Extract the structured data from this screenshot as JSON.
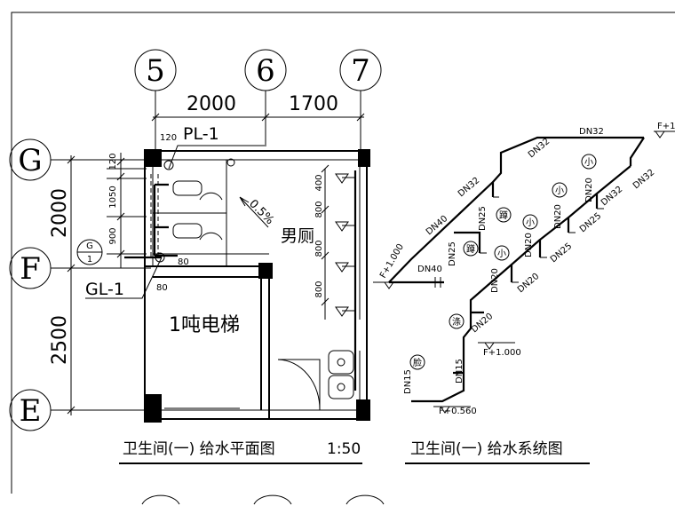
{
  "grid_axes": {
    "col_5": "5",
    "col_6": "6",
    "col_7": "7",
    "row_G": "G",
    "row_F": "F",
    "row_E": "E"
  },
  "dimensions": {
    "span_5_6": "2000",
    "span_6_7": "1700",
    "span_G_F": "2000",
    "span_F_E": "2500",
    "d120_top": "120",
    "d120_side": "120",
    "d1050": "1050",
    "d900": "900",
    "d400": "400",
    "d800_a": "800",
    "d800_b": "800",
    "d800_c": "800",
    "d80_a": "80",
    "d80_b": "80"
  },
  "plan": {
    "pl_label": "PL-1",
    "gl_label": "GL-1",
    "slope": "0.5%",
    "room_mens": "男厕",
    "room_elevator": "1吨电梯",
    "detail_top": "G",
    "detail_bottom": "1",
    "title": "卫生间(一) 给水平面图",
    "scale": "1:50"
  },
  "system": {
    "dn32_top": "DN32",
    "dn32_a": "DN32",
    "dn32_b": "DN32",
    "dn32_c": "DN32",
    "dn40_a": "DN40",
    "dn40_b": "DN40",
    "dn25_a": "DN25",
    "dn25_b": "DN25",
    "dn25_c": "DN25",
    "dn25_d": "DN25",
    "dn20_a": "DN20",
    "dn20_b": "DN20",
    "dn20_c": "DN20",
    "dn20_d": "DN20",
    "dn20_e": "DN20",
    "dn20_f": "DN20",
    "dn15_a": "DN15",
    "dn15_b": "DN15",
    "elev_top": "F+1.",
    "elev_left": "F+1.000",
    "elev_mid": "F+1.000",
    "elev_bottom": "F+0.560",
    "fix_squat1": "蹲",
    "fix_squat2": "蹲",
    "fix_urinal1": "小",
    "fix_urinal2": "小",
    "fix_urinal3": "小",
    "fix_urinal4": "小",
    "fix_mop": "涤",
    "fix_basin": "脸",
    "title": "卫生间(一) 给水系统图"
  }
}
